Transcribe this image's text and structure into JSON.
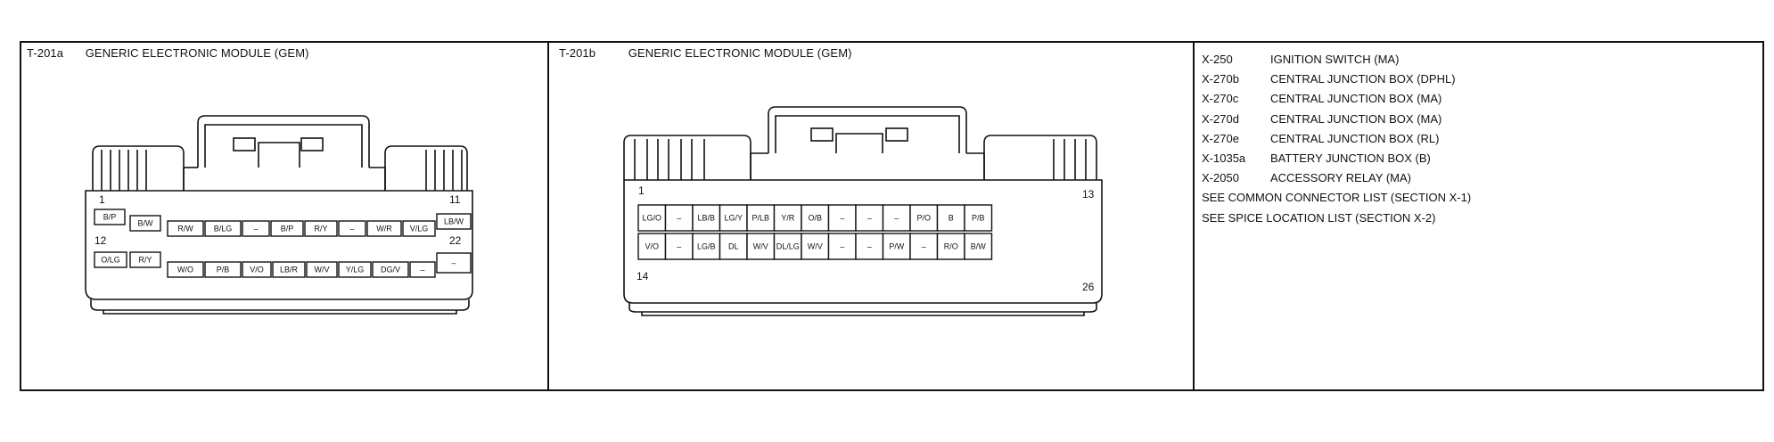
{
  "connectors": [
    {
      "id": "T-201a",
      "title": "GENERIC ELECTRONIC MODULE (GEM)",
      "pin_start_top": "1",
      "pin_end_top": "11",
      "pin_start_bottom": "12",
      "pin_end_bottom": "22",
      "top_row": [
        "B/P",
        "B/W",
        "R/W",
        "B/LG",
        "–",
        "B/P",
        "R/Y",
        "–",
        "W/R",
        "V/LG",
        "LB/W"
      ],
      "bottom_row": [
        "O/LG",
        "R/Y",
        "W/O",
        "P/B",
        "V/O",
        "LB/R",
        "W/V",
        "Y/LG",
        "DG/V",
        "–",
        "–"
      ]
    },
    {
      "id": "T-201b",
      "title": "GENERIC ELECTRONIC MODULE (GEM)",
      "pin_start_top": "1",
      "pin_end_top": "13",
      "pin_start_bottom": "14",
      "pin_end_bottom": "26",
      "top_row": [
        "LG/O",
        "–",
        "LB/B",
        "LG/Y",
        "P/LB",
        "Y/R",
        "O/B",
        "–",
        "–",
        "–",
        "P/O",
        "B",
        "P/B"
      ],
      "bottom_row": [
        "V/O",
        "–",
        "LG/B",
        "DL",
        "W/V",
        "DL/LG",
        "W/V",
        "–",
        "–",
        "P/W",
        "–",
        "R/O",
        "B/W"
      ]
    }
  ],
  "legend": {
    "entries": [
      {
        "code": "X-250",
        "desc": "IGNITION SWITCH (MA)"
      },
      {
        "code": "X-270b",
        "desc": "CENTRAL JUNCTION BOX (DPHL)"
      },
      {
        "code": "X-270c",
        "desc": "CENTRAL JUNCTION BOX (MA)"
      },
      {
        "code": "X-270d",
        "desc": "CENTRAL JUNCTION BOX (MA)"
      },
      {
        "code": "X-270e",
        "desc": "CENTRAL JUNCTION BOX (RL)"
      },
      {
        "code": "X-1035a",
        "desc": "BATTERY JUNCTION BOX (B)"
      },
      {
        "code": "X-2050",
        "desc": "ACCESSORY RELAY (MA)"
      }
    ],
    "notes": [
      "SEE COMMON CONNECTOR LIST (SECTION X-1)",
      "SEE SPICE LOCATION LIST (SECTION X-2)"
    ]
  }
}
